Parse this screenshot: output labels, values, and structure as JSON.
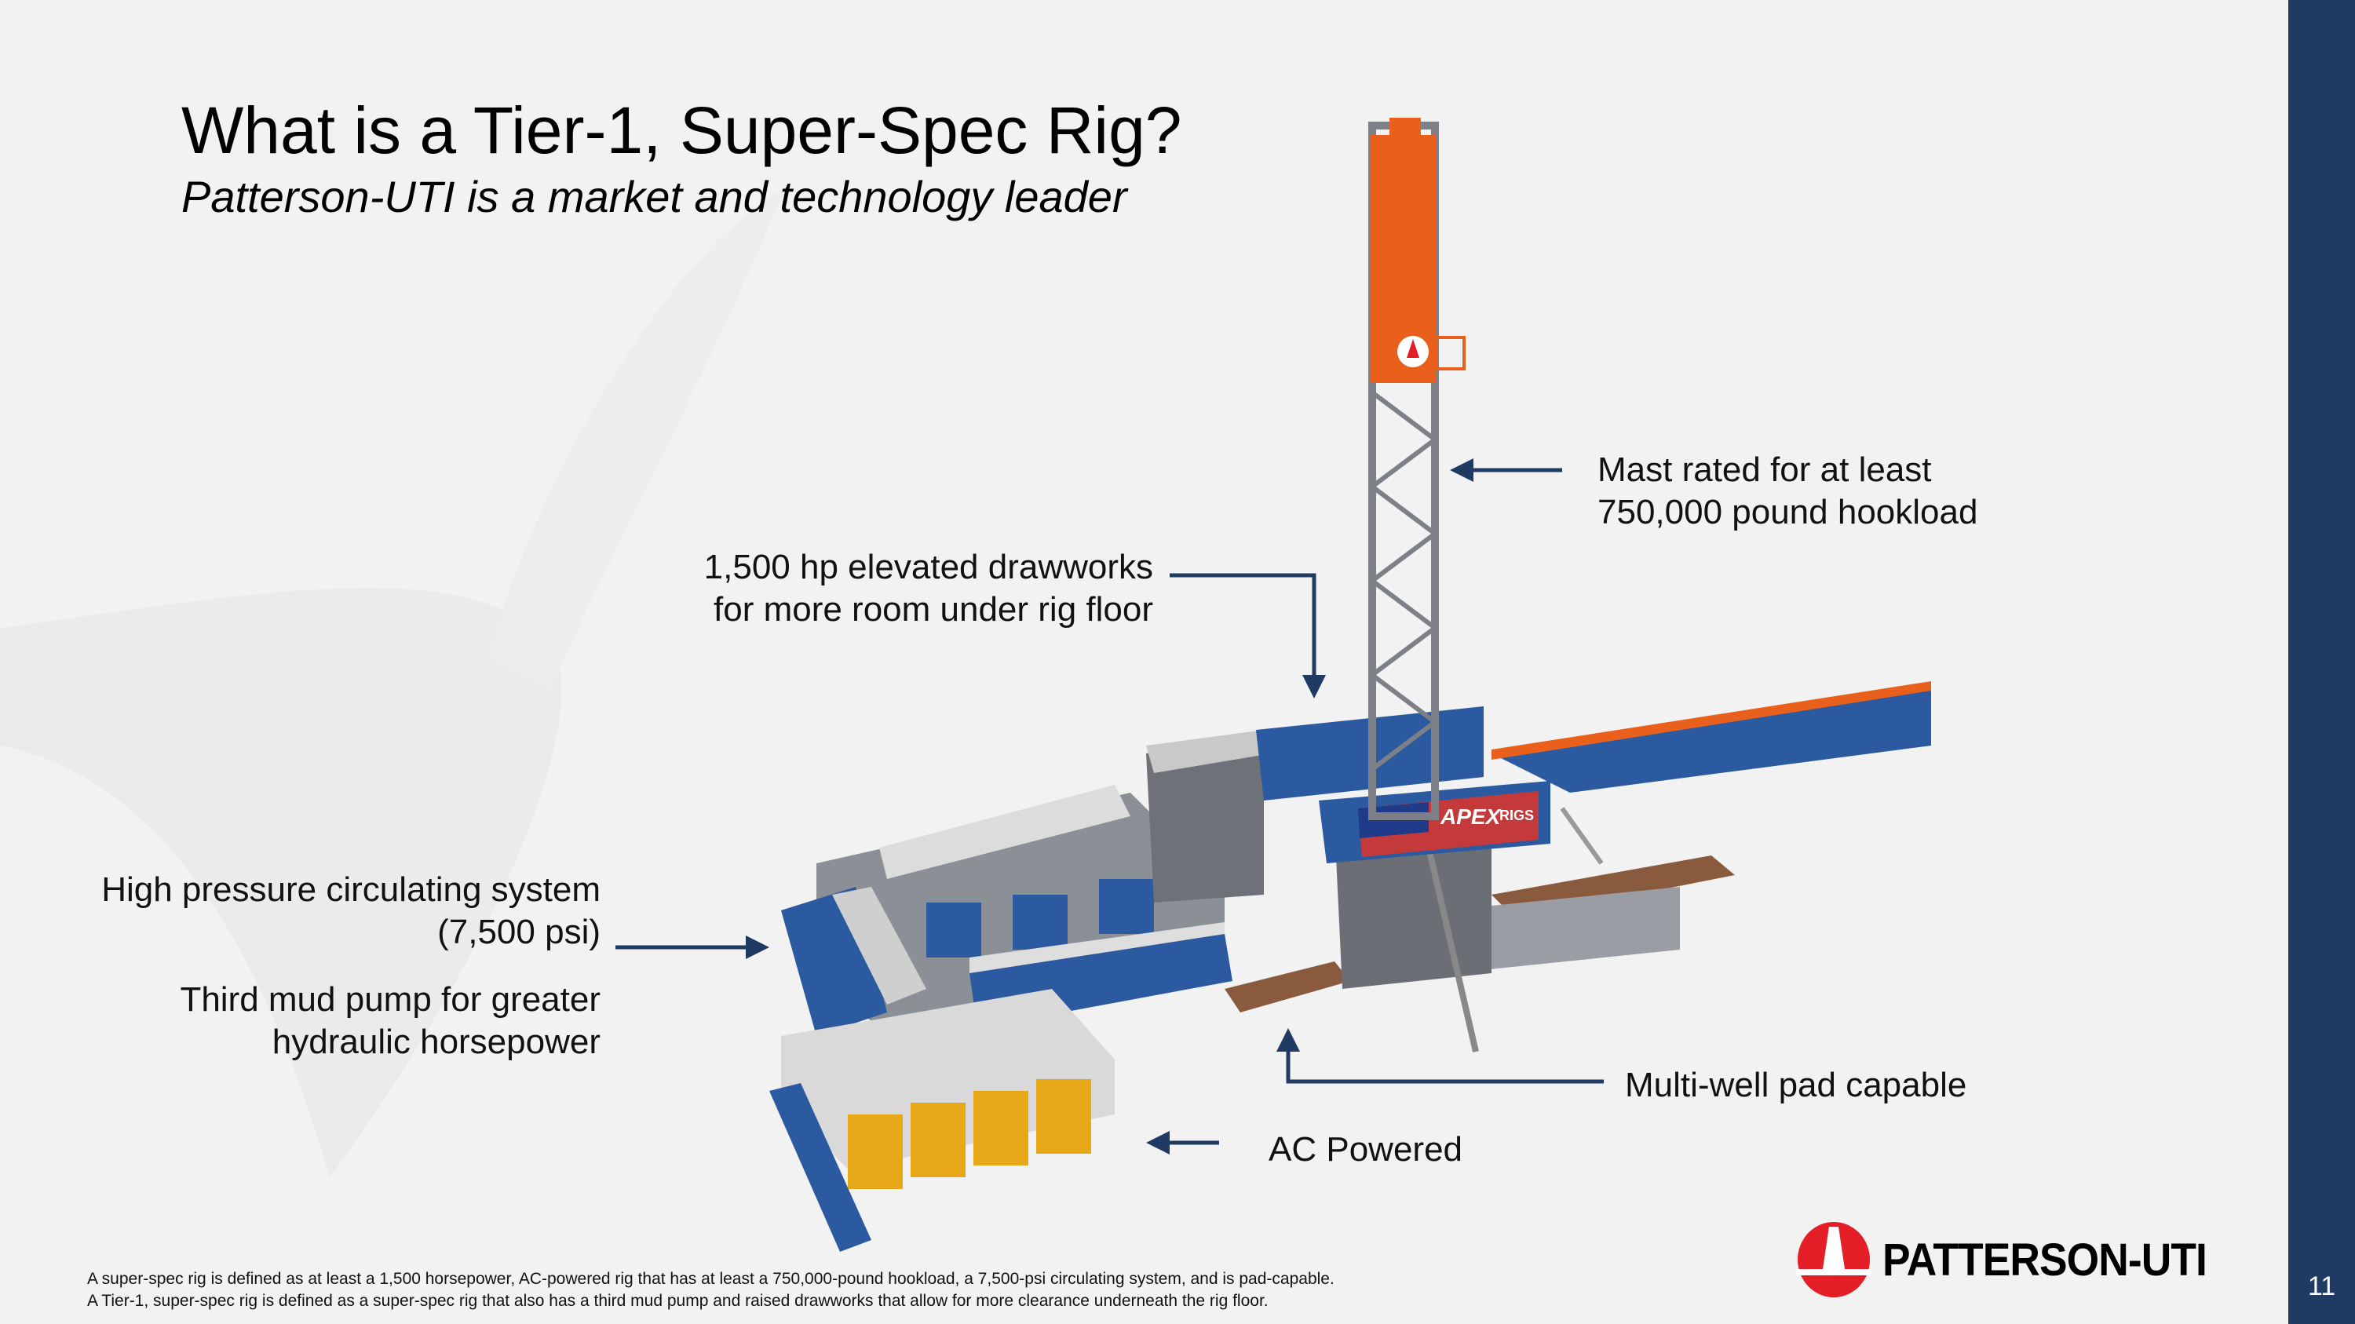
{
  "slide": {
    "title": "What is a Tier-1, Super-Spec Rig?",
    "subtitle": "Patterson-UTI is a market and technology leader",
    "page_number": "11"
  },
  "callouts": {
    "mast": [
      "Mast rated for at least",
      "750,000 pound hookload"
    ],
    "drawworks": [
      "1,500 hp elevated drawworks",
      "for more room under rig floor"
    ],
    "circulating": [
      "High pressure circulating system",
      "(7,500 psi)"
    ],
    "mud_pump": [
      "Third mud pump for greater",
      "hydraulic horsepower"
    ],
    "multi_well": "Multi-well pad capable",
    "ac_powered": "AC Powered"
  },
  "footnotes": [
    "A super-spec rig is defined as at least a 1,500 horsepower, AC-powered rig that has at least a 750,000-pound hookload, a 7,500-psi circulating system, and is pad-capable.",
    "A Tier-1, super-spec rig is defined as a super-spec rig that also has a third mud pump and raised drawworks that allow for more clearance underneath the rig floor."
  ],
  "rig_banner": {
    "brand": "APEX",
    "suffix": "RIGS"
  },
  "logo": {
    "text": "PATTERSON-UTI"
  },
  "colors": {
    "accent": "#1f3b64",
    "arrow": "#1f3b64",
    "logo_red": "#e31e26",
    "mast_orange": "#e8601c",
    "rig_blue": "#2c5aa0"
  }
}
